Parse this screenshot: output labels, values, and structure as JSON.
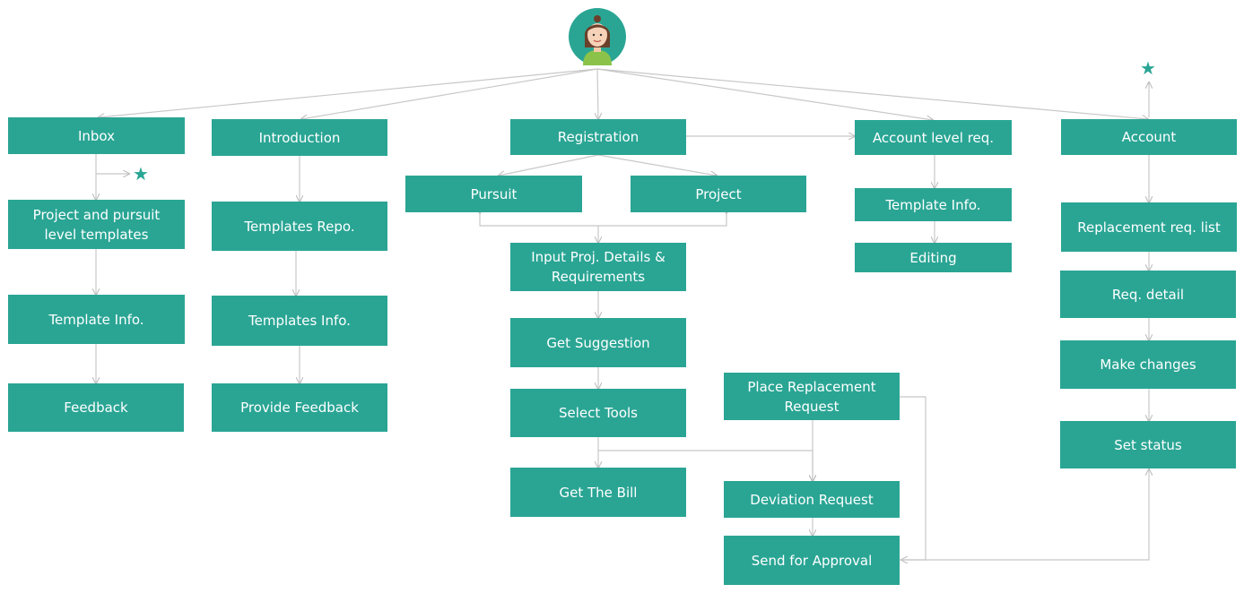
{
  "colors": {
    "node": "#2aa594",
    "line": "#c8c8c8",
    "star": "#2aa594"
  },
  "icons": {
    "user": "user-avatar-icon",
    "star": "star-icon"
  },
  "nodes": {
    "inbox": "Inbox",
    "project_pursuit_templates": "Project and pursuit\nlevel templates",
    "template_info_1": "Template Info.",
    "feedback": "Feedback",
    "introduction": "Introduction",
    "templates_repo": "Templates Repo.",
    "templates_info": "Templates Info.",
    "provide_feedback": "Provide Feedback",
    "registration": "Registration",
    "pursuit": "Pursuit",
    "project": "Project",
    "input_proj_details": "Input Proj. Details &\nRequirements",
    "get_suggestion": "Get Suggestion",
    "select_tools": "Select Tools",
    "get_the_bill": "Get The Bill",
    "place_replacement_request": "Place Replacement\nRequest",
    "deviation_request": "Deviation Request",
    "send_for_approval": "Send for Approval",
    "account_level_req": "Account level req.",
    "template_info_2": "Template Info.",
    "editing": "Editing",
    "account": "Account",
    "replacement_req_list": "Replacement req. list",
    "req_detail": "Req. detail",
    "make_changes": "Make changes",
    "set_status": "Set  status"
  }
}
